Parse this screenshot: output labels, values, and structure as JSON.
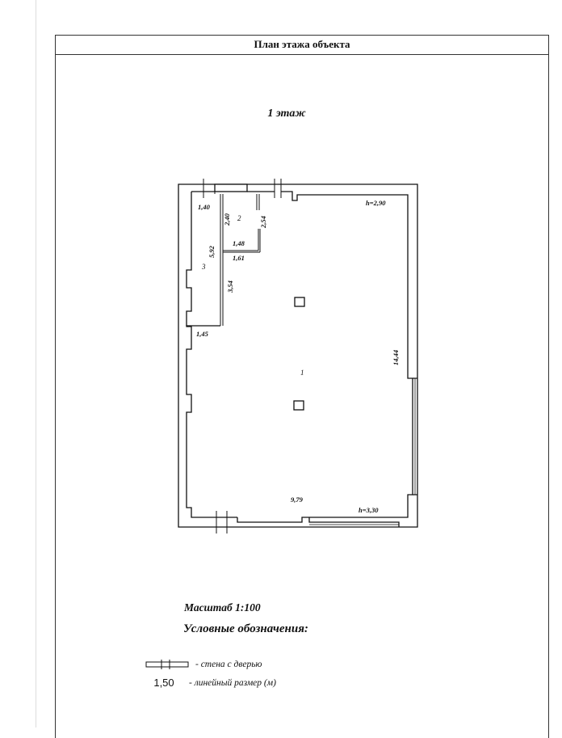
{
  "document": {
    "header_title": "План этажа объекта",
    "floor_label": "1 этаж",
    "scale_label": "Масштаб 1:100"
  },
  "plan": {
    "rooms": [
      {
        "id": "room-1",
        "label": "1"
      },
      {
        "id": "room-2",
        "label": "2"
      },
      {
        "id": "room-3",
        "label": "3"
      }
    ],
    "dimensions": [
      {
        "id": "dim-1-40",
        "text": "1,40"
      },
      {
        "id": "dim-2-40",
        "text": "2,40"
      },
      {
        "id": "dim-2-54",
        "text": "2,54"
      },
      {
        "id": "dim-5-92",
        "text": "5,92"
      },
      {
        "id": "dim-1-48",
        "text": "1,48"
      },
      {
        "id": "dim-1-61",
        "text": "1,61"
      },
      {
        "id": "dim-3-54",
        "text": "3,54"
      },
      {
        "id": "dim-1-45",
        "text": "1,45"
      },
      {
        "id": "dim-14-44",
        "text": "14,44"
      },
      {
        "id": "dim-9-79",
        "text": "9,79"
      }
    ],
    "heights": [
      {
        "id": "height-top",
        "text": "h=2,90"
      },
      {
        "id": "height-bottom",
        "text": "h=3,30"
      }
    ]
  },
  "legend": {
    "title": "Условные обозначения:",
    "items": [
      {
        "sample": "",
        "text": "- стена с дверью"
      },
      {
        "sample": "1,50",
        "text": "- линейный размер (м)"
      }
    ]
  }
}
